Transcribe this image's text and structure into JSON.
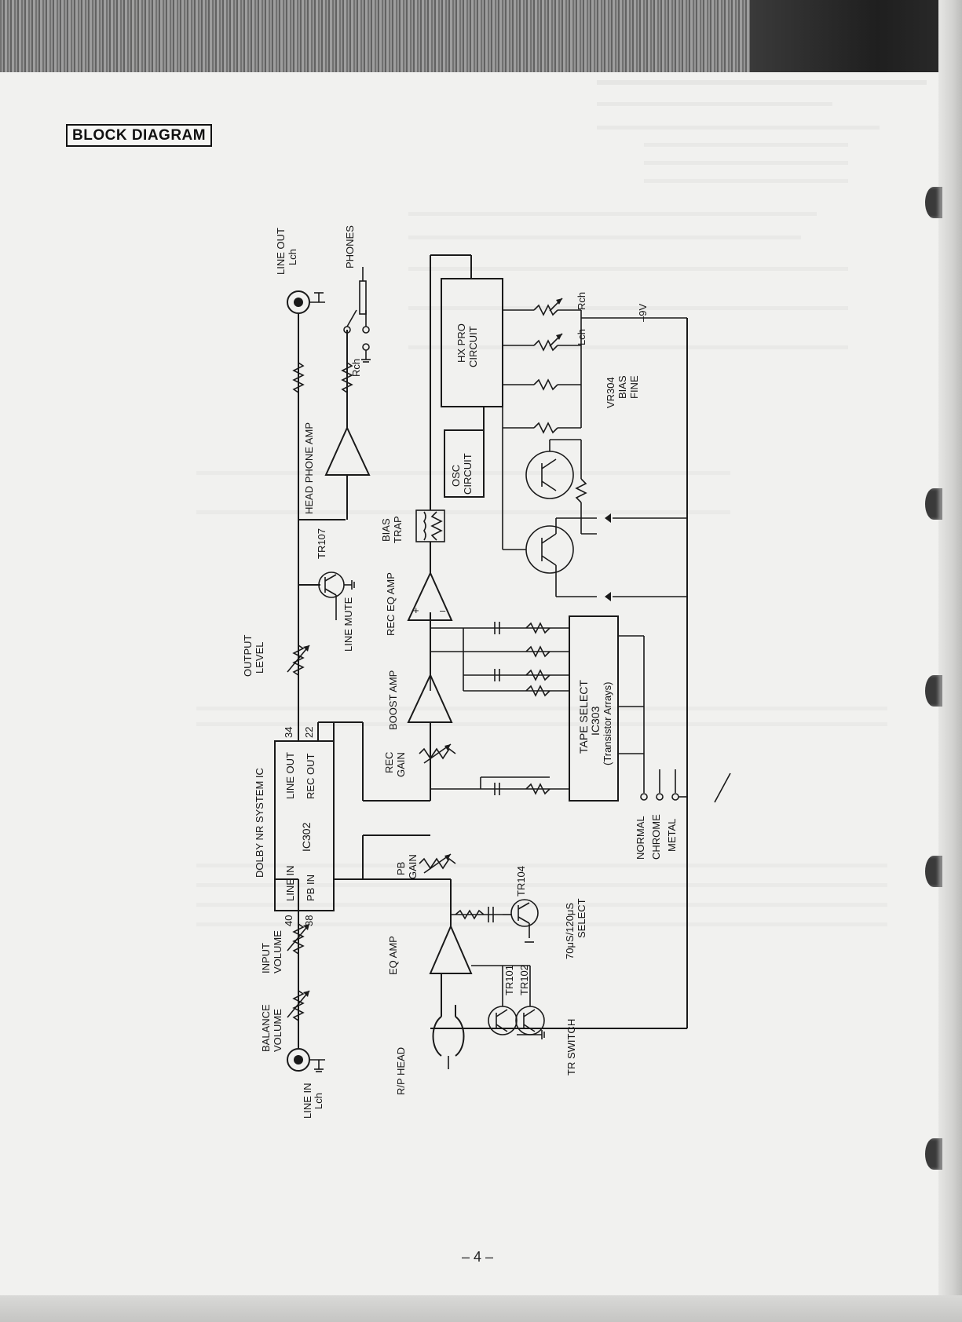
{
  "page": {
    "title": "BLOCK DIAGRAM",
    "page_number": "– 4 –"
  },
  "labels": {
    "line_in": "LINE IN",
    "lch": "Lch",
    "balance_volume_1": "BALANCE",
    "balance_volume_2": "VOLUME",
    "input_volume_1": "INPUT",
    "input_volume_2": "VOLUME",
    "rp_head": "R/P HEAD",
    "tr_switch": "TR SWITCH",
    "tr101": "TR101",
    "tr102": "TR102",
    "eq_amp": "EQ AMP",
    "tr104": "TR104",
    "select_70_120_1": "70μS/120μS",
    "select_70_120_2": "SELECT",
    "pb_gain_1": "PB",
    "pb_gain_2": "GAIN",
    "ic302": "IC302",
    "dolby_title": "DOLBY NR SYSTEM IC",
    "pin_40": "40",
    "pin_38": "38",
    "pin_34": "34",
    "pin_22": "22",
    "pin_line_in": "LINE IN",
    "pin_pb_in": "PB IN",
    "pin_line_out": "LINE OUT",
    "pin_rec_out": "REC OUT",
    "rec_gain_1": "REC",
    "rec_gain_2": "GAIN",
    "boost_amp": "BOOST AMP",
    "tape_select": "TAPE SELECT",
    "ic303": "IC303",
    "transistor_arrays": "(Transistor Arrays)",
    "normal": "NORMAL",
    "chrome": "CHROME",
    "metal": "METAL",
    "output_level_1": "OUTPUT",
    "output_level_2": "LEVEL",
    "line_mute": "LINE MUTE",
    "tr107": "TR107",
    "rec_eq_amp": "REC EQ AMP",
    "bias_trap_1": "BIAS",
    "bias_trap_2": "TRAP",
    "osc_1": "OSC",
    "osc_2": "CIRCUIT",
    "head_phone_amp": "HEAD PHONE AMP",
    "hx_pro_1": "HX PRO",
    "hx_pro_2": "CIRCUIT",
    "vr304": "VR304",
    "bias_fine_1": "BIAS",
    "bias_fine_2": "FINE",
    "lch2": "Lch",
    "rch": "Rch",
    "minus_9v": "–9V",
    "line_out": "LINE OUT",
    "line_out_lch": "Lch",
    "phones": "PHONES",
    "rch_phones": "Rch"
  }
}
